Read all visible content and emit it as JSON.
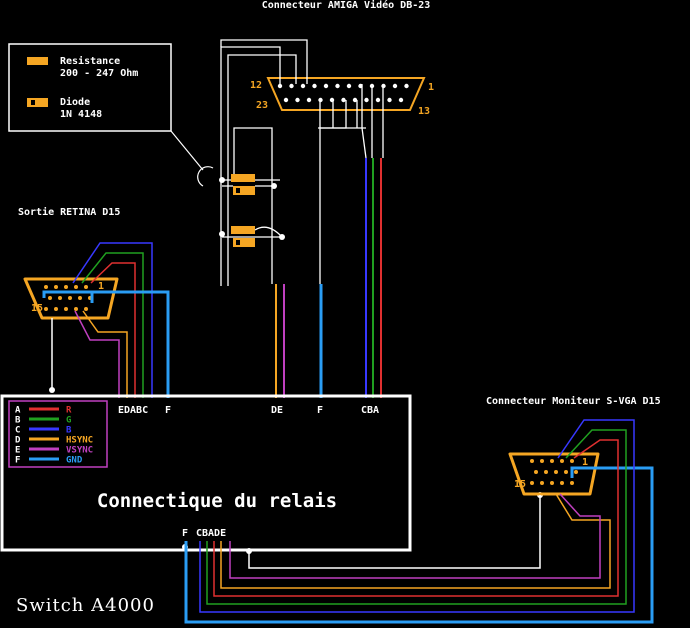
{
  "titles": {
    "amiga": "Connecteur AMIGA Vidéo DB-23",
    "retina": "Sortie RETINA D15",
    "svga": "Connecteur Moniteur S-VGA D15",
    "relay": "Connectique du relais",
    "switch": "Switch A4000"
  },
  "legend_components": {
    "resistance_label": "Resistance",
    "resistance_value": "200 - 247 Ohm",
    "diode_label": "Diode",
    "diode_value": "1N 4148"
  },
  "pin_numbers": {
    "db23_top_left": "12",
    "db23_top_right": "1",
    "db23_bottom_left": "23",
    "db23_bottom_right": "13",
    "retina_top": "1",
    "retina_bottom": "15",
    "svga_top": "1",
    "svga_bottom": "15"
  },
  "relay_labels": {
    "retina_left": "EDABC",
    "retina_right": "F",
    "amiga_de": "DE",
    "amiga_f": "F",
    "amiga_cba": "CBA",
    "bottom_f": "F",
    "bottom_cbade": "CBADE"
  },
  "signal_legend": [
    {
      "letter": "A",
      "name": "R",
      "color": "#e03030"
    },
    {
      "letter": "B",
      "name": "G",
      "color": "#20a020"
    },
    {
      "letter": "C",
      "name": "B",
      "color": "#3838ff"
    },
    {
      "letter": "D",
      "name": "HSYNC",
      "color": "#f5a623"
    },
    {
      "letter": "E",
      "name": "VSYNC",
      "color": "#c040c0"
    },
    {
      "letter": "F",
      "name": "GND",
      "color": "#2a9df4"
    }
  ],
  "colors": {
    "connector": "#f5a623",
    "outline": "#ffffff",
    "red": "#e03030",
    "green": "#20a020",
    "blue": "#3838ff",
    "hsync": "#f5a623",
    "vsync": "#c040c0",
    "gnd": "#2a9df4"
  }
}
